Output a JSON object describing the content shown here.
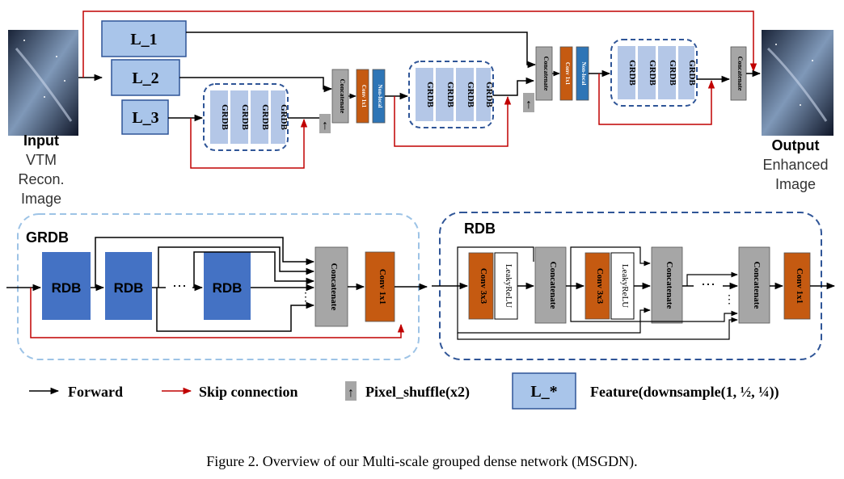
{
  "top": {
    "features": [
      "L_1",
      "L_2",
      "L_3"
    ],
    "grdb_label": "GRDB",
    "concat_label": "Concatenate",
    "conv_label": "Conv 1x1",
    "nonlocal_label": "Non-local",
    "pixel_shuffle_glyph": "↑",
    "input_title": "Input",
    "input_sub": [
      "VTM",
      "Recon.",
      "Image"
    ],
    "output_title": "Output",
    "output_sub": [
      "Enhanced",
      "Image"
    ]
  },
  "grdb_panel": {
    "title": "GRDB",
    "rdb_label": "RDB",
    "dots": "⋯",
    "vdots": "⋮",
    "concat_label": "Concatenate",
    "conv_label": "Conv 1x1"
  },
  "rdb_panel": {
    "title": "RDB",
    "conv3_label": "Conv 3x3",
    "lrelu_label": "LeakyReLU",
    "concat_label": "Concatenate",
    "conv1_label": "Conv 1x1",
    "dots": "⋯",
    "vdots": "⋮"
  },
  "legend": {
    "forward": "Forward",
    "skip": "Skip connection",
    "pixel_shuffle": "Pixel_shuffle(x2)",
    "feature_box": "L_*",
    "feature": "Feature(downsample(1, ½, ¼))"
  },
  "caption": "Figure 2. Overview of our Multi-scale grouped dense network (MSGDN).",
  "colors": {
    "forward": "#000000",
    "skip": "#c00000",
    "feature_fill": "#a9c5ea",
    "grdb_fill": "#b4c7e7",
    "rdb_fill": "#4472c4",
    "conv_fill": "#c55a11",
    "nonlocal_fill": "#2e75b6",
    "concat_fill": "#a6a6a6",
    "dash_blue": "#2f5597",
    "dash_light": "#9dc3e6"
  }
}
